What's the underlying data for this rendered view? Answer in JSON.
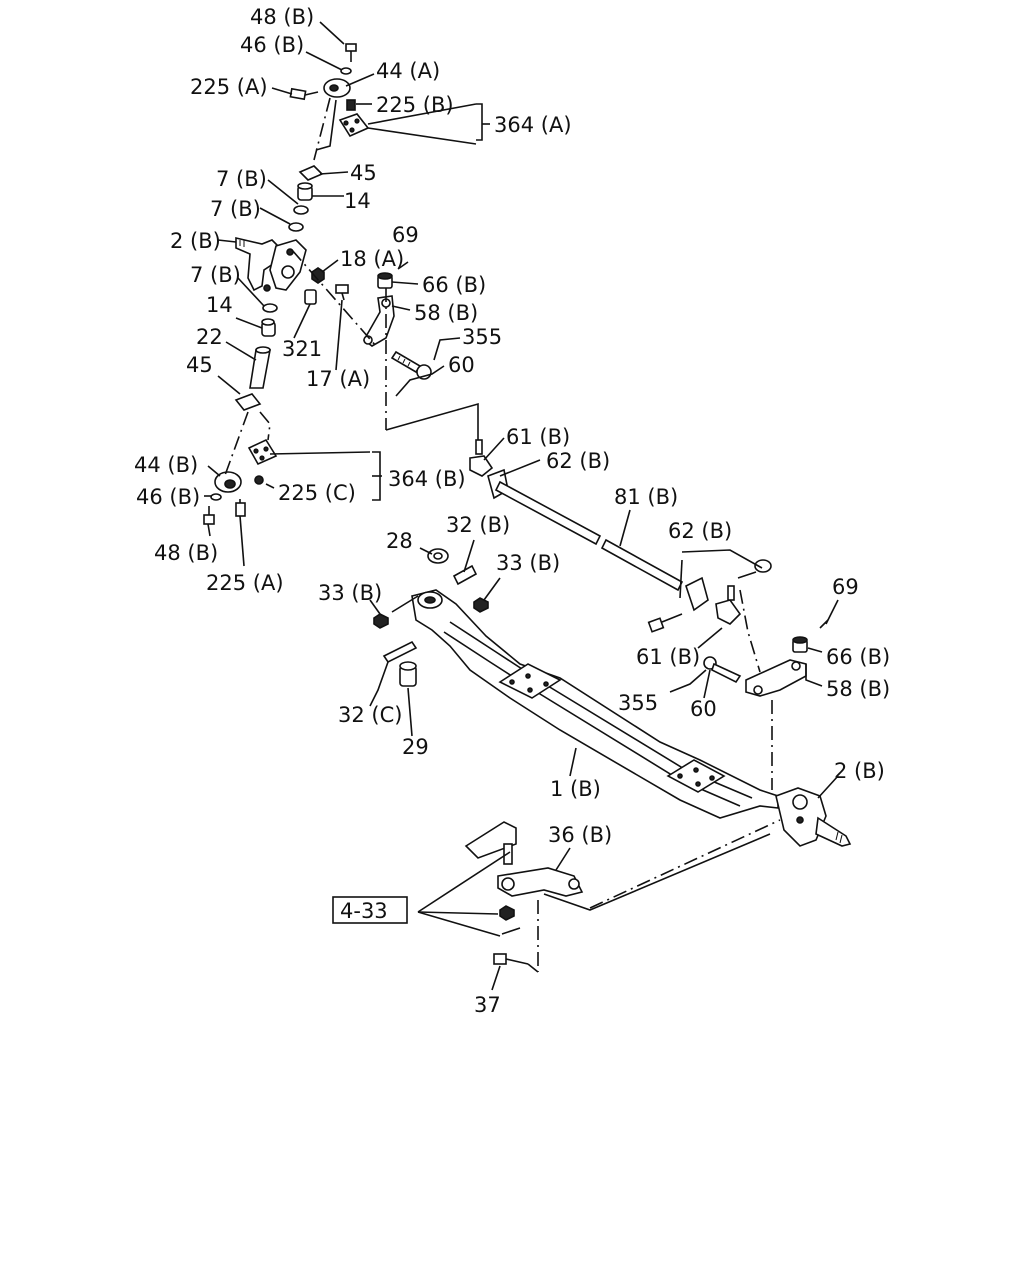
{
  "diagram": {
    "callouts": {
      "c1": "48 (B)",
      "c2": "46 (B)",
      "c3": "44 (A)",
      "c4": "225 (A)",
      "c5": "225 (B)",
      "c6": "364 (A)",
      "c7": "45",
      "c8": "7 (B)",
      "c9": "14",
      "c10": "7 (B)",
      "c11": "2 (B)",
      "c12": "69",
      "c13": "18 (A)",
      "c14": "66 (B)",
      "c15": "7 (B)",
      "c16": "58 (B)",
      "c17": "14",
      "c18": "355",
      "c19": "22",
      "c20": "321",
      "c21": "60",
      "c22": "45",
      "c23": "17 (A)",
      "c24": "61 (B)",
      "c25": "62 (B)",
      "c26": "44 (B)",
      "c27": "364 (B)",
      "c28": "225 (C)",
      "c29": "46 (B)",
      "c30": "81 (B)",
      "c31": "32 (B)",
      "c32": "48 (B)",
      "c33": "28",
      "c34": "62 (B)",
      "c35": "225 (A)",
      "c36": "33 (B)",
      "c37": "33 (B)",
      "c38": "69",
      "c39": "61 (B)",
      "c40": "66 (B)",
      "c41": "355",
      "c42": "60",
      "c43": "58 (B)",
      "c44": "32 (C)",
      "c45": "29",
      "c46": "1 (B)",
      "c47": "2 (B)",
      "c48": "36 (B)",
      "c49": "4-33",
      "c50": "37"
    }
  }
}
